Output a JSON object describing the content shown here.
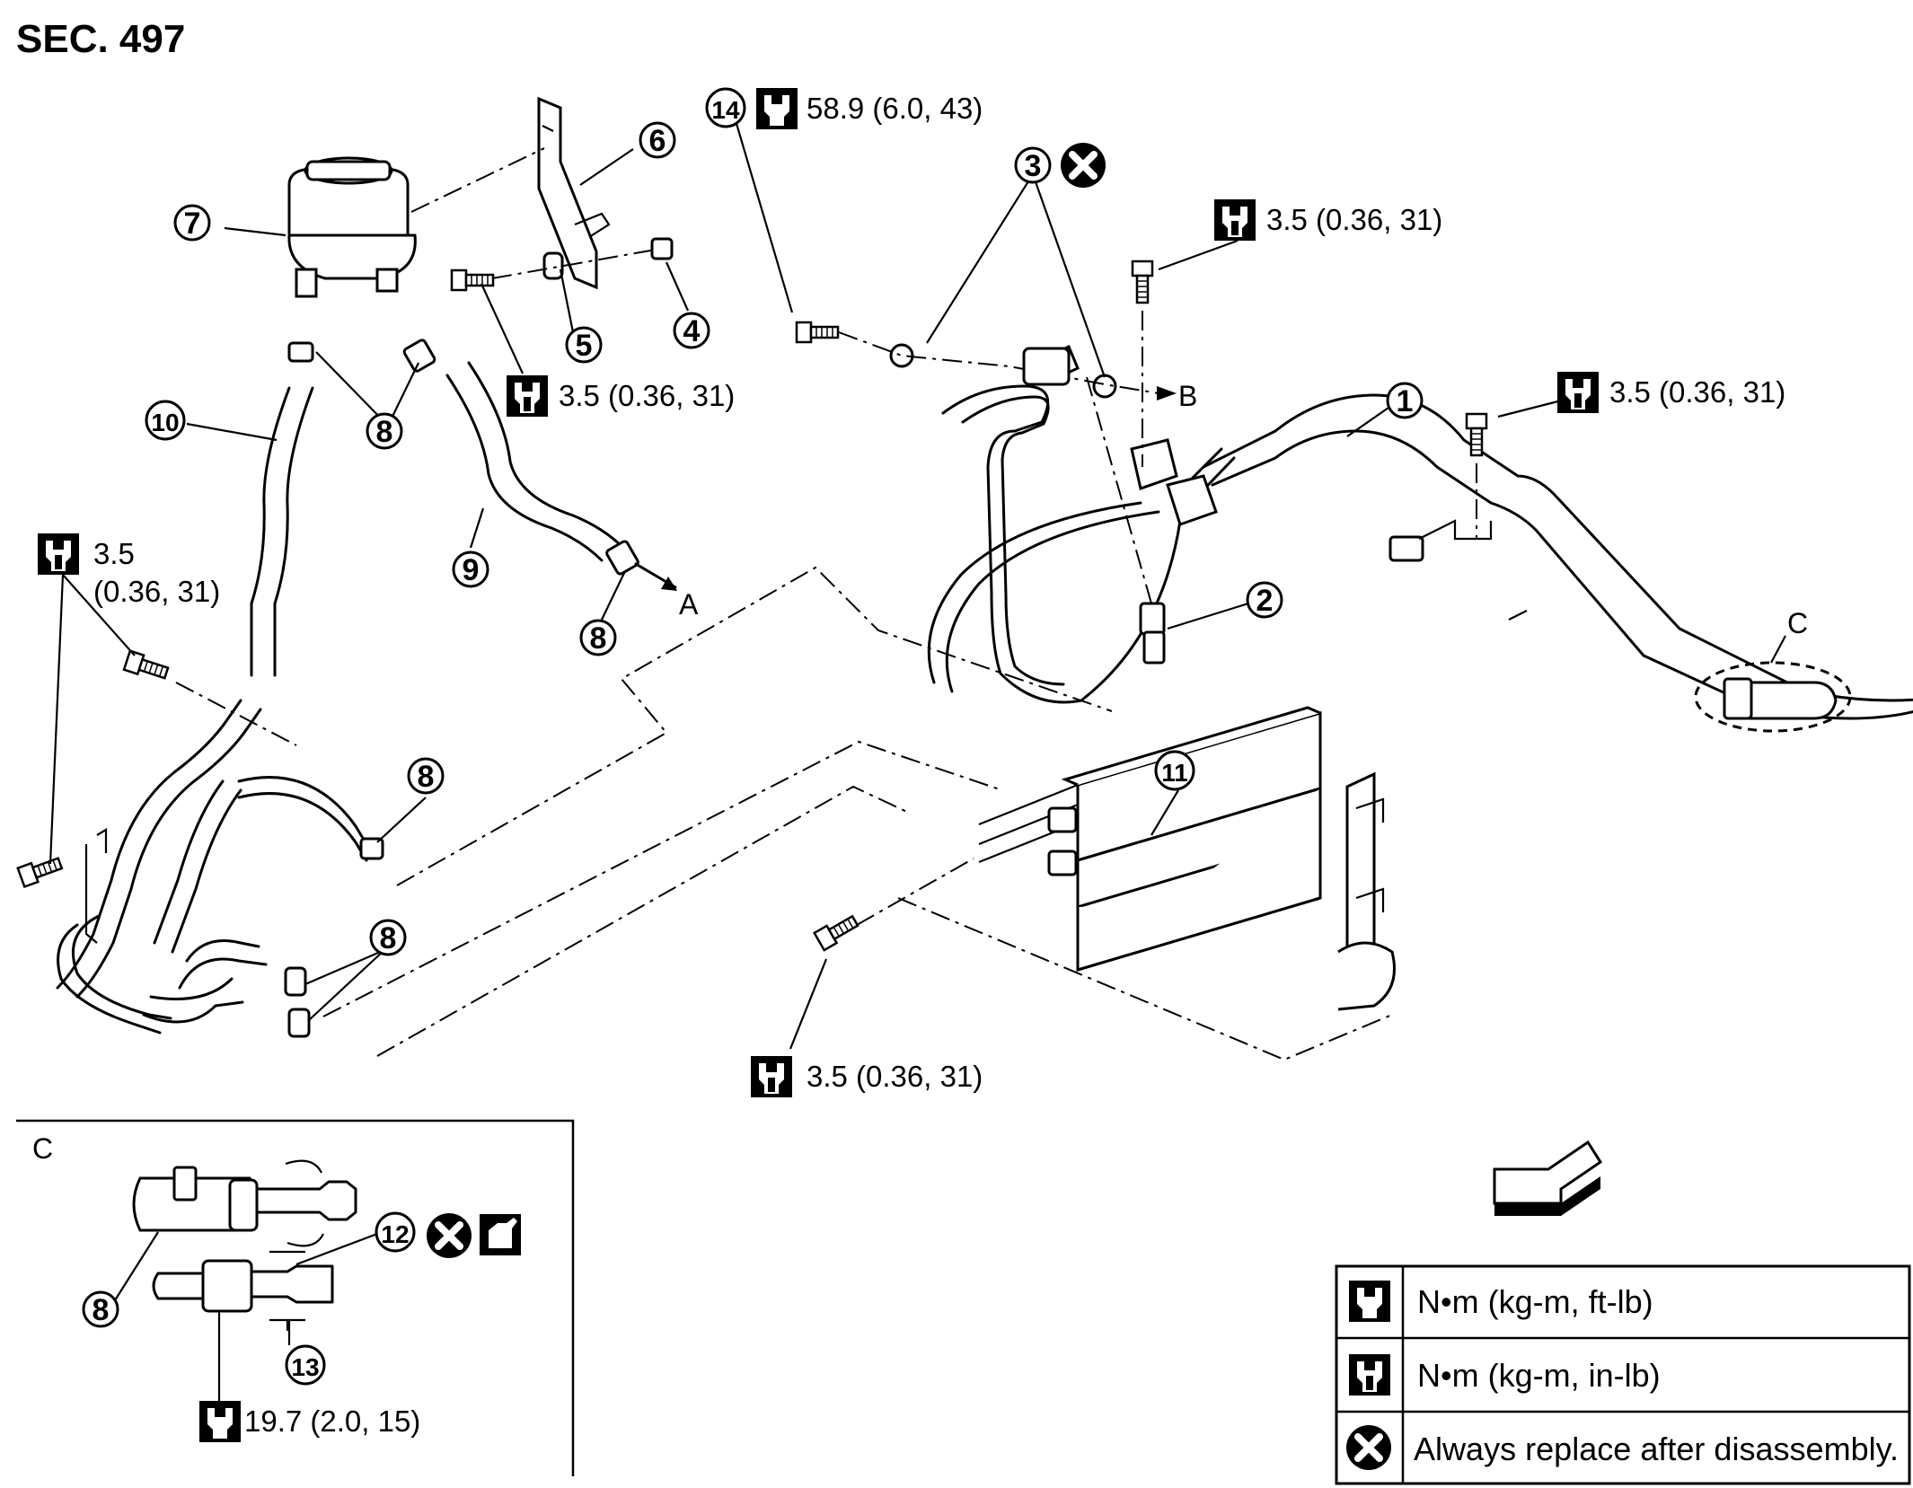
{
  "section_label": "SEC. 497",
  "torques": {
    "t14": "58.9 (6.0, 43)",
    "t_top_right": "3.5 (0.36, 31)",
    "t_right": "3.5 (0.36, 31)",
    "t_mid": "3.5 (0.36, 31)",
    "t_left_a": "3.5",
    "t_left_b": "(0.36, 31)",
    "t_bottom": "3.5 (0.36, 31)",
    "t_detail": "19.7 (2.0, 15)"
  },
  "callouts": [
    "1",
    "2",
    "3",
    "4",
    "5",
    "6",
    "7",
    "8",
    "9",
    "10",
    "11",
    "12",
    "13",
    "14"
  ],
  "arrow_labels": {
    "a": "A",
    "b": "B",
    "c": "C"
  },
  "detail": {
    "label": "C"
  },
  "legend": [
    {
      "icon": "torque-wrench-open-icon",
      "text": "N•m (kg-m, ft-lb)"
    },
    {
      "icon": "torque-wrench-filled-icon",
      "text": "N•m (kg-m, in-lb)"
    },
    {
      "icon": "replace-x-icon",
      "text": "Always replace after disassembly."
    }
  ]
}
